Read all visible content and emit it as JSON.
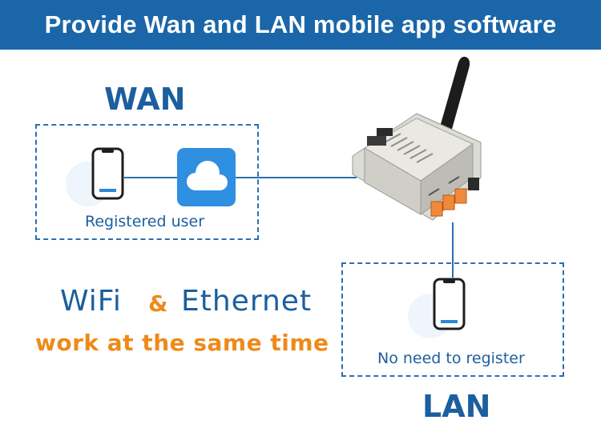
{
  "banner": {
    "title": "Provide Wan and LAN mobile app software"
  },
  "wan": {
    "heading": "WAN",
    "caption": "Registered user"
  },
  "lan": {
    "heading": "LAN",
    "caption": "No need to register"
  },
  "slogan": {
    "wifi": "WiFi",
    "amp": "&",
    "ethernet": "Ethernet",
    "tagline": "work at the same time"
  },
  "icons": [
    "phone-icon",
    "cloud-icon",
    "relay-module-icon",
    "antenna-icon"
  ],
  "colors": {
    "banner": "#1a66a8",
    "heading": "#1b5f9e",
    "accent": "#ee8a1a",
    "cloud_tile": "#2f8fe0"
  }
}
